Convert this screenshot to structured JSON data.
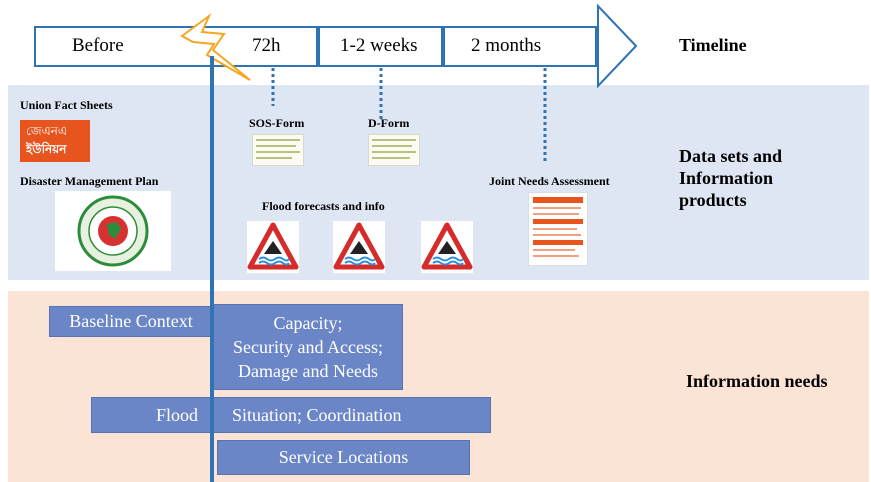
{
  "timeline": {
    "label": "Timeline",
    "phases": [
      "Before",
      "72h",
      "1-2 weeks",
      "2 months"
    ]
  },
  "data_products": {
    "label": "Data sets and Information products",
    "label_lines": [
      "Data sets and",
      "Information",
      "products"
    ],
    "union_fact_sheets": {
      "title": "Union Fact Sheets",
      "logo_lines": [
        "জেএনএ",
        "ইউনিয়ন"
      ]
    },
    "disaster_plan": {
      "title": "Disaster Management Plan"
    },
    "sos_form": {
      "title": "SOS-Form"
    },
    "d_form": {
      "title": "D-Form"
    },
    "flood_forecasts": {
      "title": "Flood forecasts and info"
    },
    "joint_needs": {
      "title": "Joint Needs Assessment"
    }
  },
  "information_needs": {
    "label": "Information needs",
    "baseline": "Baseline Context",
    "capacity_lines": [
      "Capacity;",
      "Security and Access;",
      "Damage and Needs"
    ],
    "flood_left": "Flood",
    "flood_right": "Situation; Coordination",
    "service": "Service Locations"
  },
  "colors": {
    "timeline_stroke": "#2e74b5",
    "bar_fill": "#6b86c7",
    "data_band": "#dfe6f3",
    "needs_band": "#fbe3d6",
    "lightning": "#f5a623",
    "fact_sheet_orange": "#e8541e"
  },
  "icons": [
    "lightning-bolt-icon",
    "government-seal-icon",
    "flood-warning-icon"
  ]
}
